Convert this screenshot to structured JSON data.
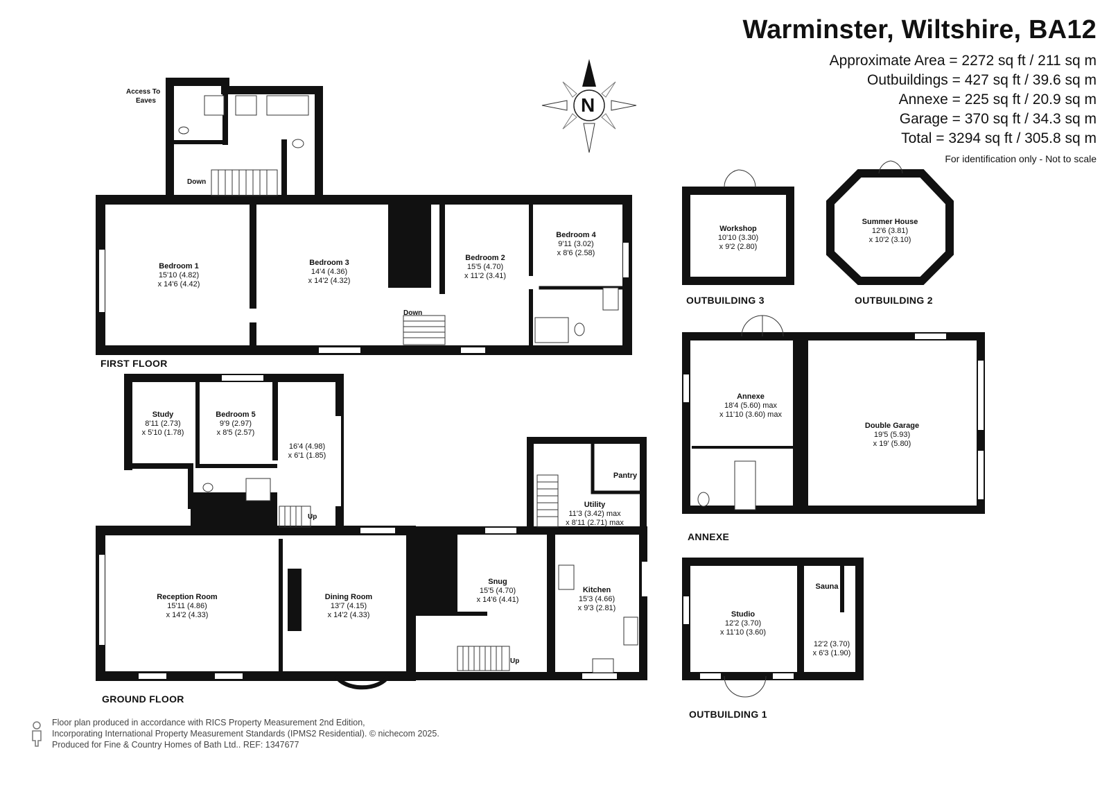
{
  "header": {
    "title": "Warminster, Wiltshire, BA12",
    "areas": [
      "Approximate Area = 2272 sq ft / 211 sq m",
      "Outbuildings = 427 sq ft / 39.6 sq m",
      "Annexe = 225 sq ft / 20.9 sq m",
      "Garage = 370 sq ft / 34.3 sq m",
      "Total = 3294 sq ft / 305.8 sq m"
    ],
    "disclaimer": "For identification only - Not to scale"
  },
  "compass": {
    "letter": "N"
  },
  "sections": {
    "first_floor": "FIRST FLOOR",
    "ground_floor": "GROUND FLOOR",
    "outbuilding3": "OUTBUILDING 3",
    "outbuilding2": "OUTBUILDING 2",
    "annexe": "ANNEXE",
    "outbuilding1": "OUTBUILDING 1"
  },
  "rooms": {
    "bedroom1": {
      "name": "Bedroom 1",
      "d1": "15'10 (4.82)",
      "d2": "x 14'6 (4.42)"
    },
    "bedroom3": {
      "name": "Bedroom 3",
      "d1": "14'4 (4.36)",
      "d2": "x 14'2 (4.32)"
    },
    "bedroom2": {
      "name": "Bedroom 2",
      "d1": "15'5 (4.70)",
      "d2": "x 11'2 (3.41)"
    },
    "bedroom4": {
      "name": "Bedroom 4",
      "d1": "9'11 (3.02)",
      "d2": "x 8'6 (2.58)"
    },
    "study": {
      "name": "Study",
      "d1": "8'11 (2.73)",
      "d2": "x 5'10 (1.78)"
    },
    "bedroom5": {
      "name": "Bedroom 5",
      "d1": "9'9 (2.97)",
      "d2": "x 8'5 (2.57)"
    },
    "hall": {
      "name": "",
      "d1": "16'4 (4.98)",
      "d2": "x 6'1 (1.85)"
    },
    "reception": {
      "name": "Reception Room",
      "d1": "15'11 (4.86)",
      "d2": "x 14'2 (4.33)"
    },
    "dining": {
      "name": "Dining Room",
      "d1": "13'7 (4.15)",
      "d2": "x 14'2 (4.33)"
    },
    "snug": {
      "name": "Snug",
      "d1": "15'5 (4.70)",
      "d2": "x 14'6 (4.41)"
    },
    "kitchen": {
      "name": "Kitchen",
      "d1": "15'3 (4.66)",
      "d2": "x 9'3 (2.81)"
    },
    "utility": {
      "name": "Utility",
      "d1": "11'3 (3.42) max",
      "d2": "x 8'11 (2.71) max"
    },
    "pantry": {
      "name": "Pantry"
    },
    "workshop": {
      "name": "Workshop",
      "d1": "10'10 (3.30)",
      "d2": "x 9'2 (2.80)"
    },
    "summerhouse": {
      "name": "Summer House",
      "d1": "12'6 (3.81)",
      "d2": "x 10'2 (3.10)"
    },
    "annexe": {
      "name": "Annexe",
      "d1": "18'4 (5.60) max",
      "d2": "x 11'10 (3.60) max"
    },
    "garage": {
      "name": "Double Garage",
      "d1": "19'5 (5.93)",
      "d2": "x 19' (5.80)"
    },
    "studio": {
      "name": "Studio",
      "d1": "12'2 (3.70)",
      "d2": "x 11'10 (3.60)"
    },
    "sauna": {
      "name": "Sauna",
      "d1": "12'2 (3.70)",
      "d2": "x 6'3 (1.90)"
    }
  },
  "tags": {
    "access_eaves_1": "Access To",
    "access_eaves_2": "Eaves",
    "down_1": "Down",
    "down_2": "Down",
    "up_1": "Up",
    "up_2": "Up"
  },
  "footer": {
    "line1": "Floor plan produced in accordance with RICS Property Measurement 2nd Edition,",
    "line2": "Incorporating International Property Measurement Standards (IPMS2 Residential).   © nichecom 2025.",
    "line3": "Produced for Fine & Country Homes of Bath Ltd..   REF: 1347677"
  }
}
